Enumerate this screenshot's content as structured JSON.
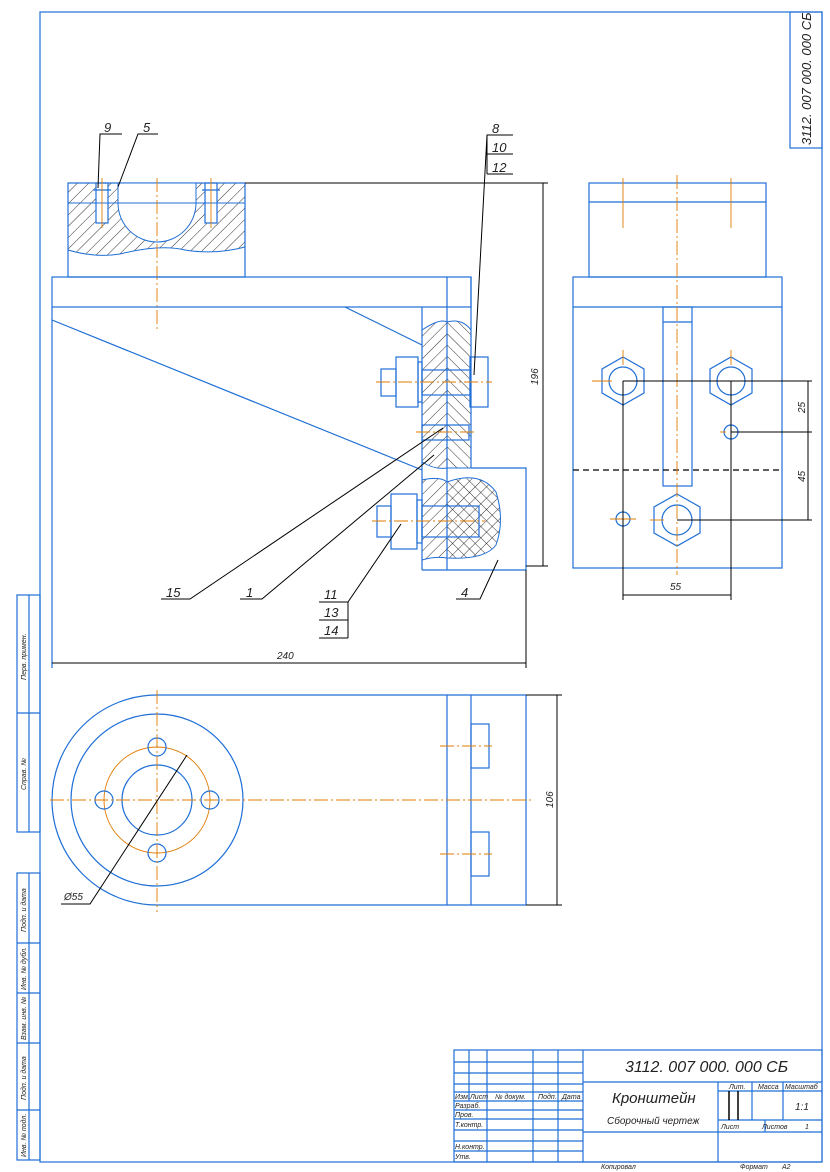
{
  "stamp_code": "3112. 007 000. 000 СБ",
  "left_strip": [
    "Перв. примен.",
    "Справ. №",
    "Подп. и дата",
    "Инв. № дубл.",
    "Взам. инв. №",
    "Подп. и дата",
    "Инв. № подл."
  ],
  "callouts": {
    "c9": "9",
    "c5": "5",
    "c8": "8",
    "c10": "10",
    "c12": "12",
    "c15": "15",
    "c1": "1",
    "c11": "11",
    "c13": "13",
    "c14": "14",
    "c4": "4"
  },
  "dimensions": {
    "d196": "196",
    "d240": "240",
    "d25": "25",
    "d45": "45",
    "d55": "55",
    "d106": "106",
    "d55dia": "Ø55"
  },
  "title_block": {
    "code": "3112. 007 000. 000 СБ",
    "name": "Кронштейн",
    "subtitle": "Сборочный чертеж",
    "header": [
      "Изм.",
      "Лист",
      "№ докум.",
      "Подп.",
      "Дата"
    ],
    "roles": [
      "Разраб.",
      "Пров.",
      "Т.контр.",
      "Н.контр.",
      "Утв."
    ],
    "lit_label": "Лит.",
    "mass_label": "Масса",
    "scale_label": "Масштаб",
    "scale": "1:1",
    "sheet_label": "Лист",
    "sheets_label": "Листов",
    "sheets_count": "1",
    "copied_label": "Копировал",
    "format_label": "Формат",
    "format": "A2"
  },
  "colors": {
    "line": "#1f6fd6",
    "axis": "#e07b00",
    "dimension": "#000000"
  }
}
